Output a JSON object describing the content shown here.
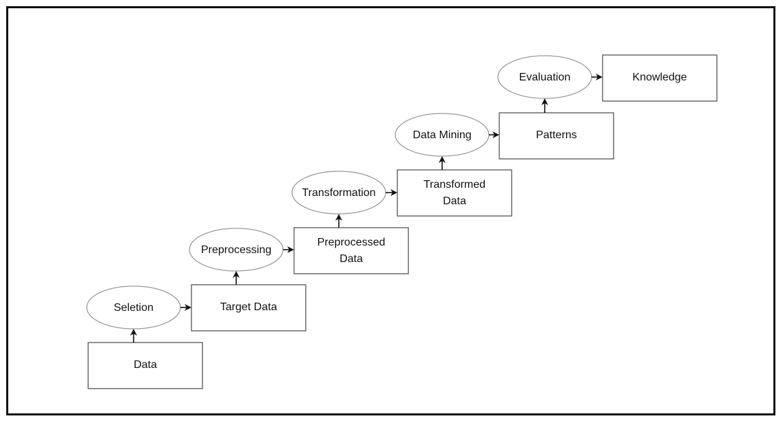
{
  "diagram": {
    "boxes": {
      "data": "Data",
      "target_data": "Target Data",
      "preprocessed_line1": "Preprocessed",
      "preprocessed_line2": "Data",
      "transformed_line1": "Transformed",
      "transformed_line2": "Data",
      "patterns": "Patterns",
      "knowledge": "Knowledge"
    },
    "steps": {
      "selection": "Seletion",
      "preprocessing": "Preprocessing",
      "transformation": "Transformation",
      "data_mining": "Data Mining",
      "evaluation": "Evaluation"
    }
  }
}
